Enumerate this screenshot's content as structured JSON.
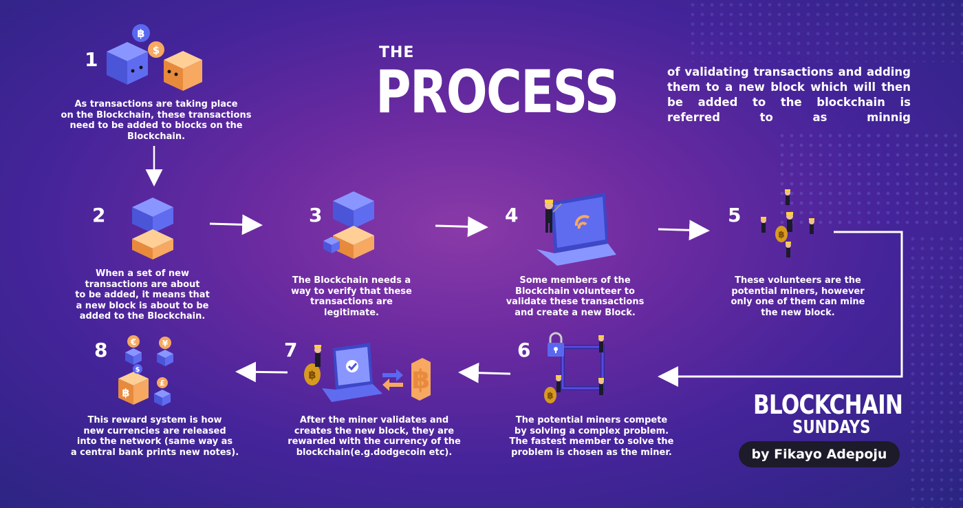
{
  "header": {
    "the": "THE",
    "process": "PROCESS",
    "subtitle": "of validating transactions and adding them to a new block which will then be added to the blockchain is referred to as minnig"
  },
  "steps": [
    {
      "number": "1",
      "text": "As transactions are taking place\non the Blockchain, these transactions\nneed to be added to blocks on the\nBlockchain."
    },
    {
      "number": "2",
      "text": "When a set of new\ntransactions are about\nto be added, it means that\na new block is about to be\nadded to the Blockchain."
    },
    {
      "number": "3",
      "text": "The Blockchain needs a\nway to verify that these\ntransactions are\nlegitimate."
    },
    {
      "number": "4",
      "text": "Some members of the\nBlockchain volunteer to\nvalidate these transactions\nand create a new Block."
    },
    {
      "number": "5",
      "text": "These volunteers are the\npotential miners, however\nonly one of them can mine\nthe new block."
    },
    {
      "number": "6",
      "text": "The potential miners compete\nby solving a complex problem.\nThe fastest member to solve the\nproblem is chosen as the miner."
    },
    {
      "number": "7",
      "text": "After the miner validates and\ncreates the new block, they are\nrewarded with the currency of the\nblockchain(e.g.dodgecoin etc)."
    },
    {
      "number": "8",
      "text": "This reward system is how\nnew currencies are released\ninto the network (same way as\na central bank prints new notes)."
    }
  ],
  "brand": {
    "line1": "BLOCKCHAIN",
    "line2": "SUNDAYS",
    "author": "by Fikayo Adepoju"
  },
  "icons": {
    "bitcoin": "฿",
    "dollar": "$",
    "euro": "€",
    "yen": "¥",
    "pound": "£"
  },
  "colors": {
    "cube_blue": "#5a68f0",
    "cube_orange": "#f7a861",
    "arrow": "#ffffff",
    "pill": "#1d1a2a"
  }
}
